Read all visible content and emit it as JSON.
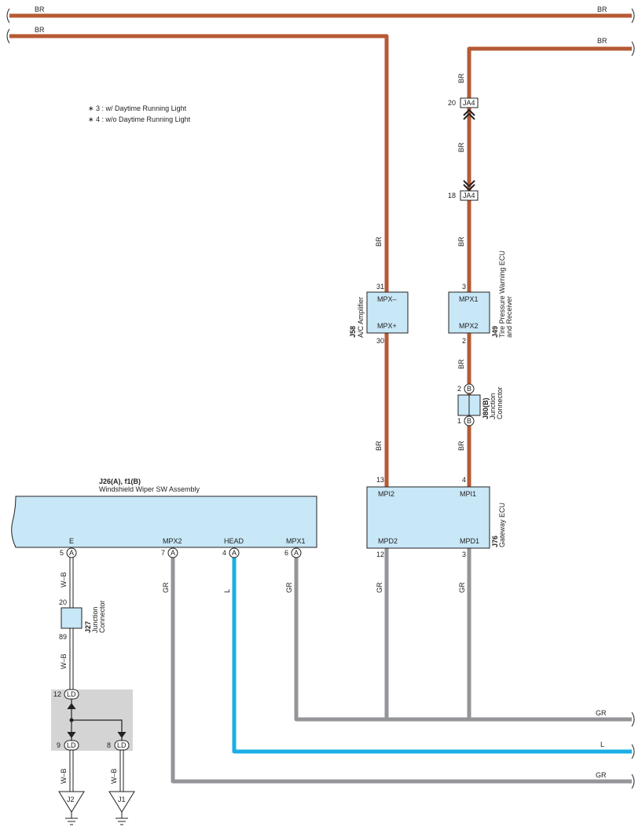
{
  "notes": [
    "∗ 3 : w/ Daytime Running Light",
    "∗ 4 : w/o Daytime Running Light"
  ],
  "wires": {
    "br": "BR",
    "gr": "GR",
    "l": "L",
    "wb": "W–B"
  },
  "colors": {
    "br": "#b65a35",
    "gr": "#939598",
    "l": "#1aaee5",
    "wb": "#ffffff",
    "box": "#c8e7f7",
    "shade": "#d4d4d4"
  },
  "ja4": {
    "label": "JA4",
    "pin_top": "20",
    "pin_bottom": "18"
  },
  "j58": {
    "code": "J58",
    "name": "A/C Amplifier",
    "pin_mpx_minus": "MPX–",
    "pin_mpx_plus": "MPX+",
    "num_top": "31",
    "num_bottom": "30"
  },
  "j49": {
    "code": "J49",
    "name": "Tire Pressure Warning ECU",
    "name2": "and Receiver",
    "pin_mpx1": "MPX1",
    "pin_mpx2": "MPX2",
    "num_top": "3",
    "num_bottom": "2"
  },
  "j80": {
    "code": "J80(B)",
    "name": "Junction",
    "name2": "Connector",
    "pin_top": "2",
    "pin_bottom": "1",
    "letter": "B"
  },
  "j76": {
    "code": "J76",
    "name": "Gateway ECU",
    "mpi2": "MPI2",
    "mpi1": "MPI1",
    "mpd2": "MPD2",
    "mpd1": "MPD1",
    "n13": "13",
    "n4": "4",
    "n12": "12",
    "n3": "3"
  },
  "j26": {
    "code": "J26(A), f1(B)",
    "name": "Windshield Wiper SW Assembly",
    "e": "E",
    "mpx2": "MPX2",
    "head": "HEAD",
    "mpx1": "MPX1",
    "n5": "5",
    "n7": "7",
    "n4": "4",
    "n6": "6",
    "letter": "A"
  },
  "j27": {
    "code": "J27",
    "name": "Junction",
    "name2": "Connector",
    "pin_top": "20",
    "pin_bottom": "89"
  },
  "ld": {
    "label": "LD",
    "n12": "12",
    "n9": "9",
    "n8": "8"
  },
  "grounds": {
    "j2": "J2",
    "j1": "J1"
  }
}
